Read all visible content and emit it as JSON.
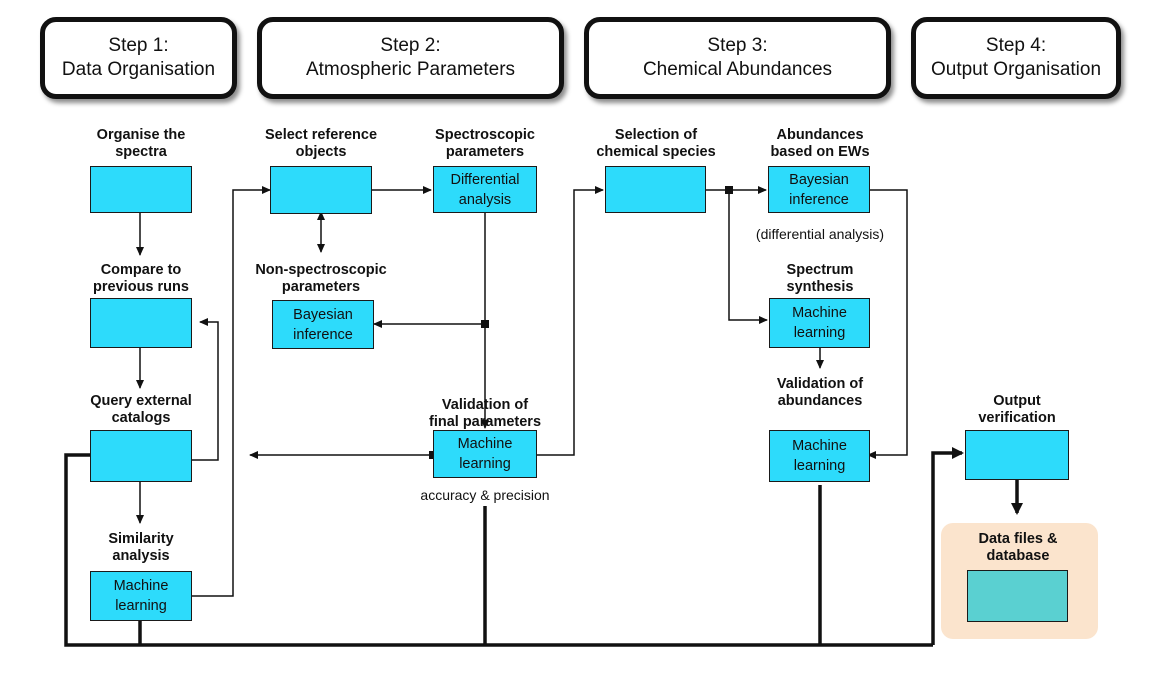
{
  "steps": [
    {
      "line1": "Step 1:",
      "line2": "Data Organisation"
    },
    {
      "line1": "Step 2:",
      "line2": "Atmospheric Parameters"
    },
    {
      "line1": "Step 3:",
      "line2": "Chemical Abundances"
    },
    {
      "line1": "Step 4:",
      "line2": "Output Organisation"
    }
  ],
  "nodes": {
    "organise": {
      "l1": "Organise the",
      "l2": "spectra"
    },
    "compare": {
      "l1": "Compare to",
      "l2": "previous runs"
    },
    "query": {
      "l1": "Query external",
      "l2": "catalogs"
    },
    "similarity": {
      "l1": "Similarity",
      "l2": "analysis",
      "b1": "Machine",
      "b2": "learning"
    },
    "select_ref": {
      "l1": "Select reference",
      "l2": "objects"
    },
    "spectroscopic": {
      "l1": "Spectroscopic",
      "l2": "parameters",
      "b1": "Differential",
      "b2": "analysis"
    },
    "nonspec": {
      "l1": "Non-spectroscopic",
      "l2": "parameters",
      "b1": "Bayesian",
      "b2": "inference"
    },
    "validation_params": {
      "l1": "Validation of",
      "l2": "final parameters",
      "b1": "Machine",
      "b2": "learning",
      "note": "accuracy & precision"
    },
    "selection_species": {
      "l1": "Selection of",
      "l2": "chemical species"
    },
    "abund_ew": {
      "l1": "Abundances",
      "l2": "based on EWs",
      "b1": "Bayesian",
      "b2": "inference",
      "note": "(differential analysis)"
    },
    "synthesis": {
      "l1": "Spectrum",
      "l2": "synthesis",
      "b1": "Machine",
      "b2": "learning"
    },
    "validation_abund": {
      "l1": "Validation of",
      "l2": "abundances",
      "b1": "Machine",
      "b2": "learning"
    },
    "output_verif": {
      "l1": "Output",
      "l2": "verification"
    },
    "datafiles": {
      "l1": "Data files &",
      "l2": "database"
    }
  },
  "colors": {
    "box": "#2ddbfb",
    "database": "#5ad0d1",
    "output_panel": "#fbe4cd"
  }
}
